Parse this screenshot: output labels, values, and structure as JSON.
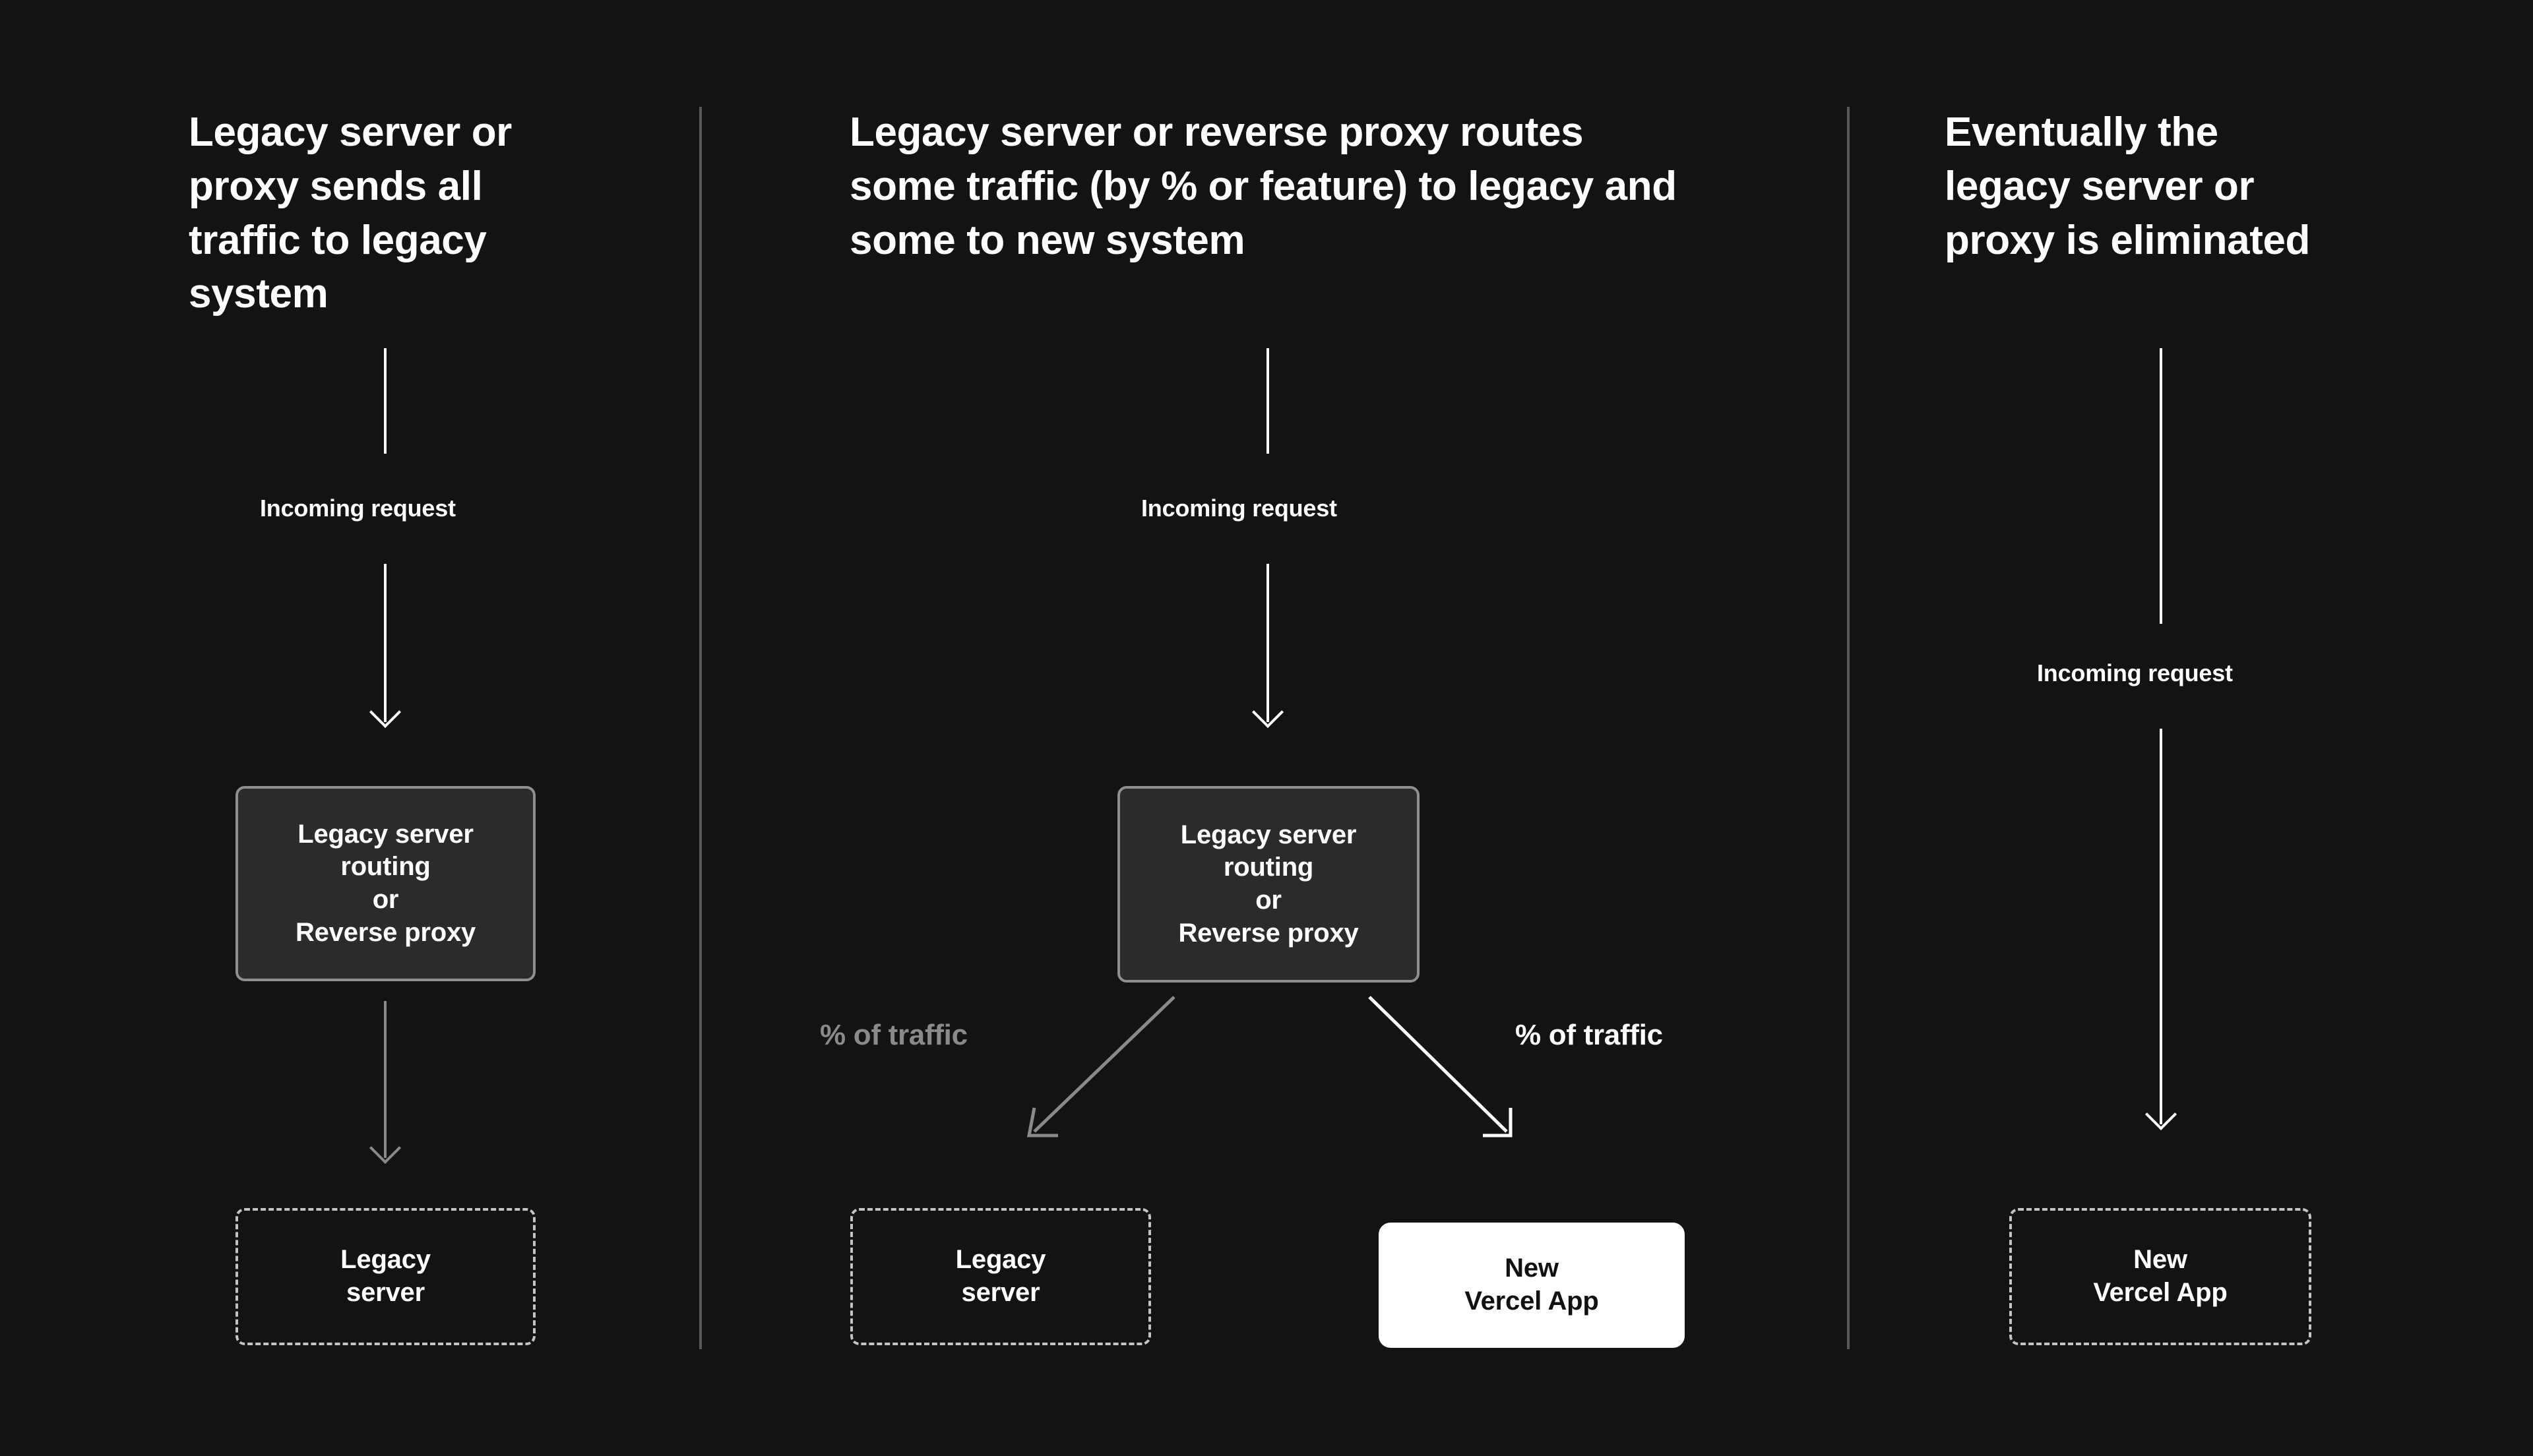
{
  "background_color": "#131313",
  "accent_colors": {
    "white": "#ffffff",
    "dim_gray": "#8a8a8a",
    "divider_gray": "#5a5a5a",
    "dashed_border": "#c4c4c4",
    "solid_box_fill": "#2b2b2b",
    "solid_box_border": "#8f8f8f",
    "filled_box_fill": "#ffffff",
    "filled_box_text": "#111111"
  },
  "columns": [
    {
      "id": "stage-1",
      "heading": "Legacy server or\nproxy sends all\ntraffic to legacy\nsystem",
      "flow_label": "Incoming request",
      "nodes": [
        {
          "id": "router",
          "style": "solid",
          "label": "Legacy server\nrouting\nor\nReverse proxy"
        },
        {
          "id": "legacy",
          "style": "dashed",
          "label": "Legacy\nserver"
        }
      ]
    },
    {
      "id": "stage-2",
      "heading": "Legacy server or reverse proxy routes\nsome traffic (by % or feature) to legacy and\nsome to new system",
      "flow_label": "Incoming request",
      "traffic_label_left": "% of traffic",
      "traffic_label_right": "% of traffic",
      "nodes": [
        {
          "id": "router",
          "style": "solid",
          "label": "Legacy server\nrouting\nor\nReverse proxy"
        },
        {
          "id": "legacy",
          "style": "dashed",
          "label": "Legacy\nserver"
        },
        {
          "id": "vercel-app",
          "style": "filled",
          "label": "New\nVercel App"
        }
      ]
    },
    {
      "id": "stage-3",
      "heading": "Eventually the\nlegacy server or\nproxy is eliminated",
      "flow_label": "Incoming request",
      "nodes": [
        {
          "id": "vercel-app",
          "style": "dashed",
          "label": "New\nVercel App"
        }
      ]
    }
  ]
}
